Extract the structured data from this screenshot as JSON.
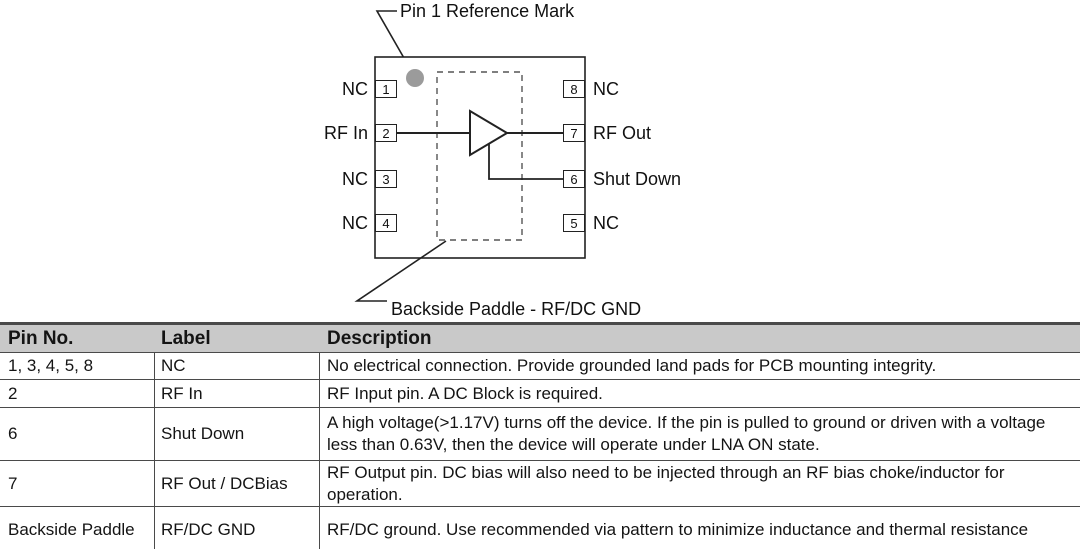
{
  "diagram": {
    "pin1_ref_label": "Pin 1 Reference Mark",
    "backside_label": "Backside Paddle - RF/DC GND",
    "pins_left": [
      {
        "num": "1",
        "label": "NC"
      },
      {
        "num": "2",
        "label": "RF In"
      },
      {
        "num": "3",
        "label": "NC"
      },
      {
        "num": "4",
        "label": "NC"
      }
    ],
    "pins_right": [
      {
        "num": "8",
        "label": "NC"
      },
      {
        "num": "7",
        "label": "RF Out"
      },
      {
        "num": "6",
        "label": "Shut Down"
      },
      {
        "num": "5",
        "label": "NC"
      }
    ]
  },
  "table": {
    "headers": {
      "pin": "Pin No.",
      "label": "Label",
      "description": "Description"
    },
    "rows": [
      {
        "pin": "1, 3, 4, 5, 8",
        "label": "NC",
        "description": "No electrical connection.  Provide grounded land pads for PCB mounting integrity."
      },
      {
        "pin": "2",
        "label": "RF In",
        "description": "RF Input pin.  A DC Block is required."
      },
      {
        "pin": "6",
        "label": "Shut Down",
        "description": "A high voltage(>1.17V) turns off the device.  If the pin is pulled to ground or driven with a voltage less than 0.63V, then the device will operate under LNA ON state."
      },
      {
        "pin": "7",
        "label": "RF Out / DCBias",
        "description": "RF Output pin. DC bias will also need to be injected through an RF bias choke/inductor for operation."
      },
      {
        "pin": "Backside Paddle",
        "label": "RF/DC GND",
        "description": "RF/DC ground.  Use recommended via pattern to minimize inductance and thermal resistance"
      }
    ]
  },
  "colors": {
    "header_bg": "#c9c9c9",
    "table_line": "#4a4a4a",
    "outline": "#222222",
    "pin1_dot": "#9b9b9b"
  }
}
